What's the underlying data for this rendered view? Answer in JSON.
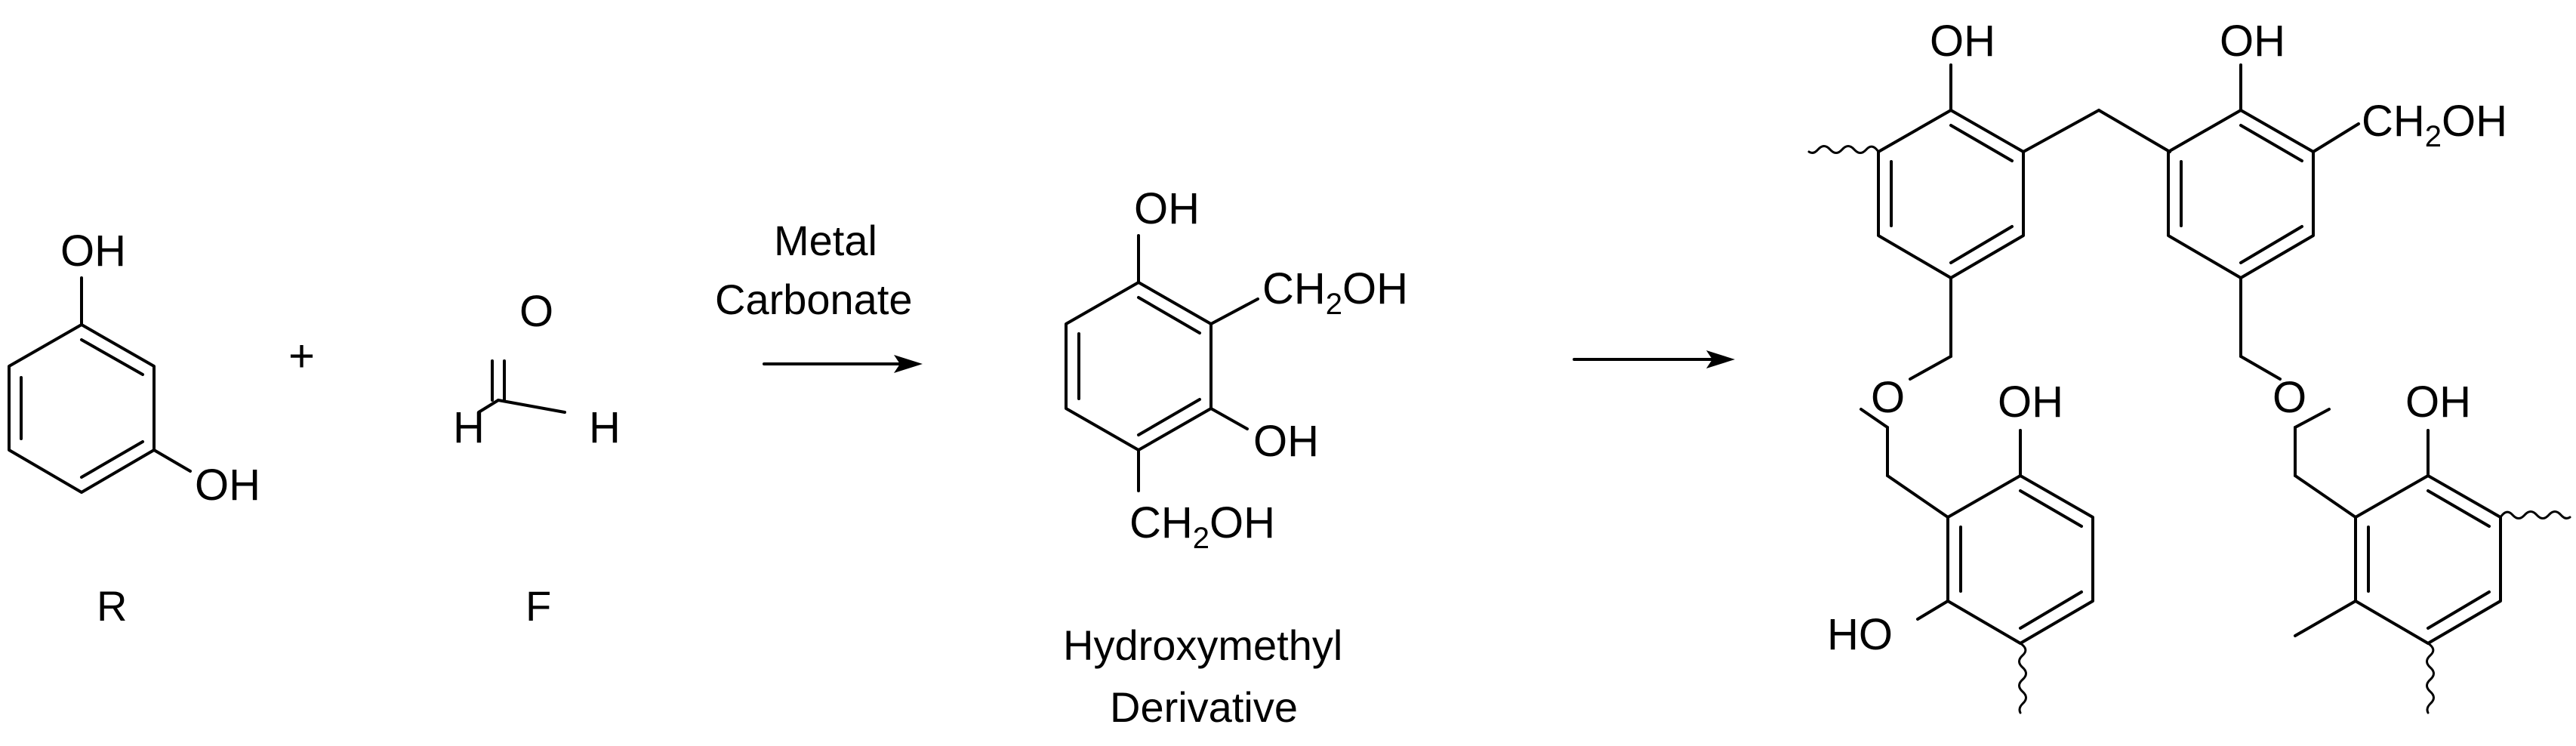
{
  "resorcinol": {
    "top_oh": "OH",
    "bottom_oh": "OH",
    "caption": "R"
  },
  "plus_sign": "+",
  "formaldehyde": {
    "oxygen": "O",
    "h_left": "H",
    "h_right": "H",
    "caption": "F"
  },
  "arrow1": {
    "line1": "Metal",
    "line2": "Carbonate"
  },
  "derivative": {
    "top_oh": "OH",
    "ch2oh_upper": {
      "pre": "CH",
      "sub": "2",
      "post": "OH"
    },
    "middle_oh": "OH",
    "ch2oh_lower": {
      "pre": "CH",
      "sub": "2",
      "post": "OH"
    },
    "caption_line1": "Hydroxymethyl",
    "caption_line2": "Derivative"
  },
  "polymer": {
    "oh_a": "OH",
    "oh_b": "OH",
    "ch2oh": {
      "pre": "CH",
      "sub": "2",
      "post": "OH"
    },
    "o_left": "O",
    "o_right": "O",
    "oh_c": "OH",
    "ho_d": "HO",
    "oh_e": "OH"
  }
}
